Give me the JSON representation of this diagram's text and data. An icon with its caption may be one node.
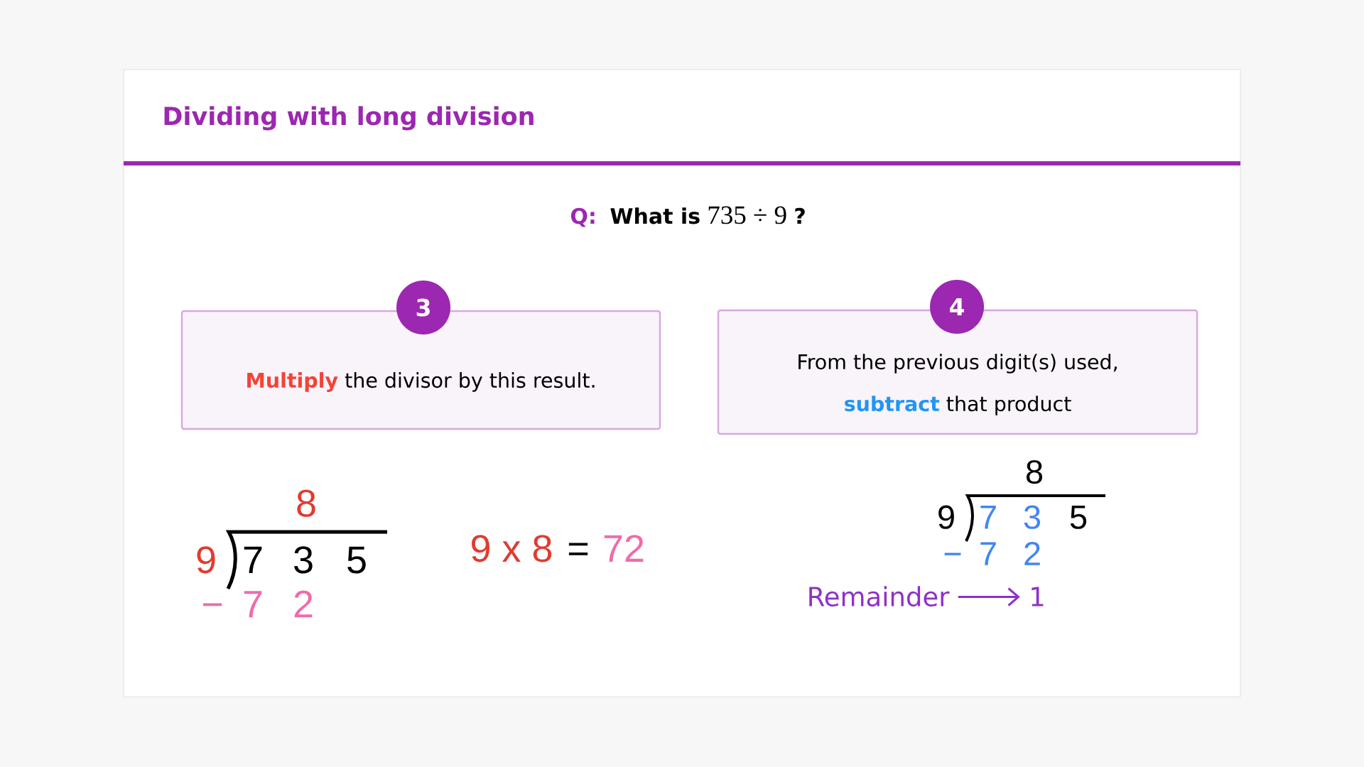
{
  "diagram": {
    "title": "Dividing with long division",
    "nodes": [
      {
        "text": [
          "3"
        ]
      },
      {
        "text": [
          "**Multiply** the divisor by this result."
        ]
      },
      {
        "text": [
          "4"
        ]
      },
      {
        "text": [
          "From the previous digit(s) used, **subtract** that product"
        ]
      },
      {
        "text": [
          "Remainder"
        ]
      },
      {
        "text": [
          "1"
        ]
      }
    ],
    "edges": [
      {
        "from": 4,
        "to": 5,
        "arrow": "to"
      }
    ],
    "labels": [
      "Q:",
      "**What is** 735 ÷ 9 **?**",
      "8",
      "9",
      "7",
      "3",
      "5",
      "−",
      "7",
      "2",
      "9 x 8",
      "=",
      "72",
      "8",
      "9",
      "7",
      "3",
      "5",
      "−",
      "7",
      "2"
    ]
  }
}
